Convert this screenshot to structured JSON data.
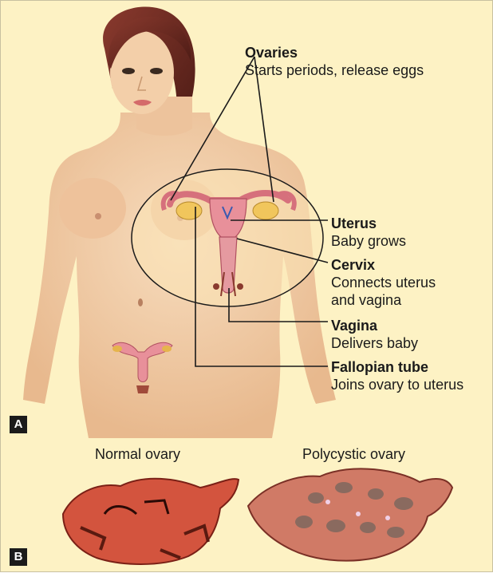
{
  "panel_a": {
    "badge": "A",
    "labels": {
      "ovaries": {
        "title": "Ovaries",
        "desc": "Starts periods, release eggs"
      },
      "uterus": {
        "title": "Uterus",
        "desc": "Baby grows"
      },
      "cervix": {
        "title": "Cervix",
        "desc": "Connects uterus\nand vagina"
      },
      "vagina": {
        "title": "Vagina",
        "desc": "Delivers baby"
      },
      "fallopian_tube": {
        "title": "Fallopian tube",
        "desc": "Joins ovary to uterus"
      }
    }
  },
  "panel_b": {
    "badge": "B",
    "normal_caption": "Normal ovary",
    "polycystic_caption": "Polycystic ovary"
  },
  "colors": {
    "background": "#fdf2c4",
    "skin": "#f3cfa9",
    "hair": "#6b2b22",
    "organ_pink": "#e8909a",
    "ovary_red": "#c4402a",
    "polycystic_gray": "#8a6a5f",
    "leader_line": "#1a1a1a"
  }
}
